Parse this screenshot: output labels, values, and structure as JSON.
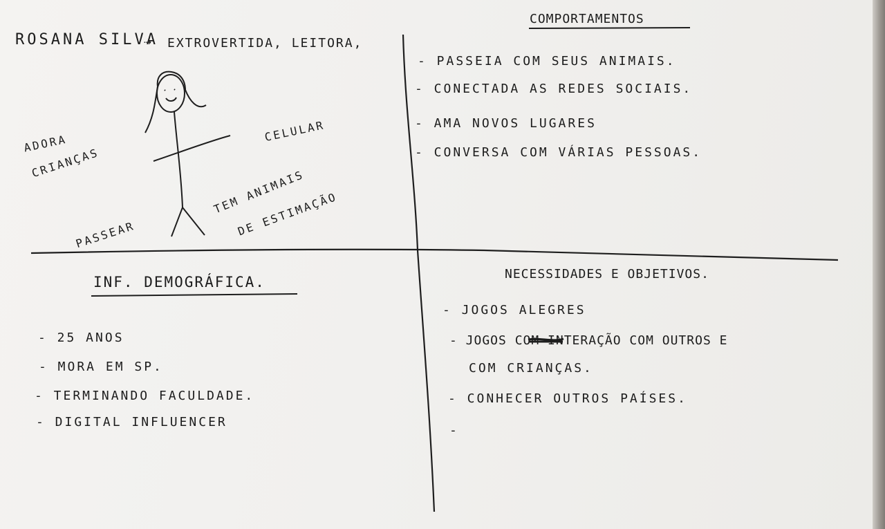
{
  "persona": {
    "name": "Rosana Silva",
    "arrow": "⇢",
    "traits": "extrovertida, leitora,",
    "labels": {
      "adora_line1": "Adora",
      "adora_line2": "crianças",
      "celular": "celular",
      "tem_line1": "tem animais",
      "tem_line2": "de estimação",
      "passear": "passear"
    }
  },
  "comportamentos": {
    "heading": "Comportamentos",
    "items": [
      "- Passeia com seus animais.",
      "- Conectada as redes sociais.",
      "- Ama novos lugares",
      "- Conversa com várias pessoas."
    ]
  },
  "demografica": {
    "heading": "Inf. Demográfica.",
    "items": [
      "- 25 anos",
      "- mora em SP.",
      "- Terminando faculdade.",
      "- Digital Influencer"
    ]
  },
  "necessidades": {
    "heading": "Necessidades e Objetivos.",
    "items": [
      "- Jogos alegres",
      "- Jogos com interação com outros e",
      "com crianças.",
      "- Conhecer outros países.",
      "-"
    ]
  },
  "colors": {
    "ink": "#1c1c1c",
    "paper": "#f2f1ef"
  }
}
